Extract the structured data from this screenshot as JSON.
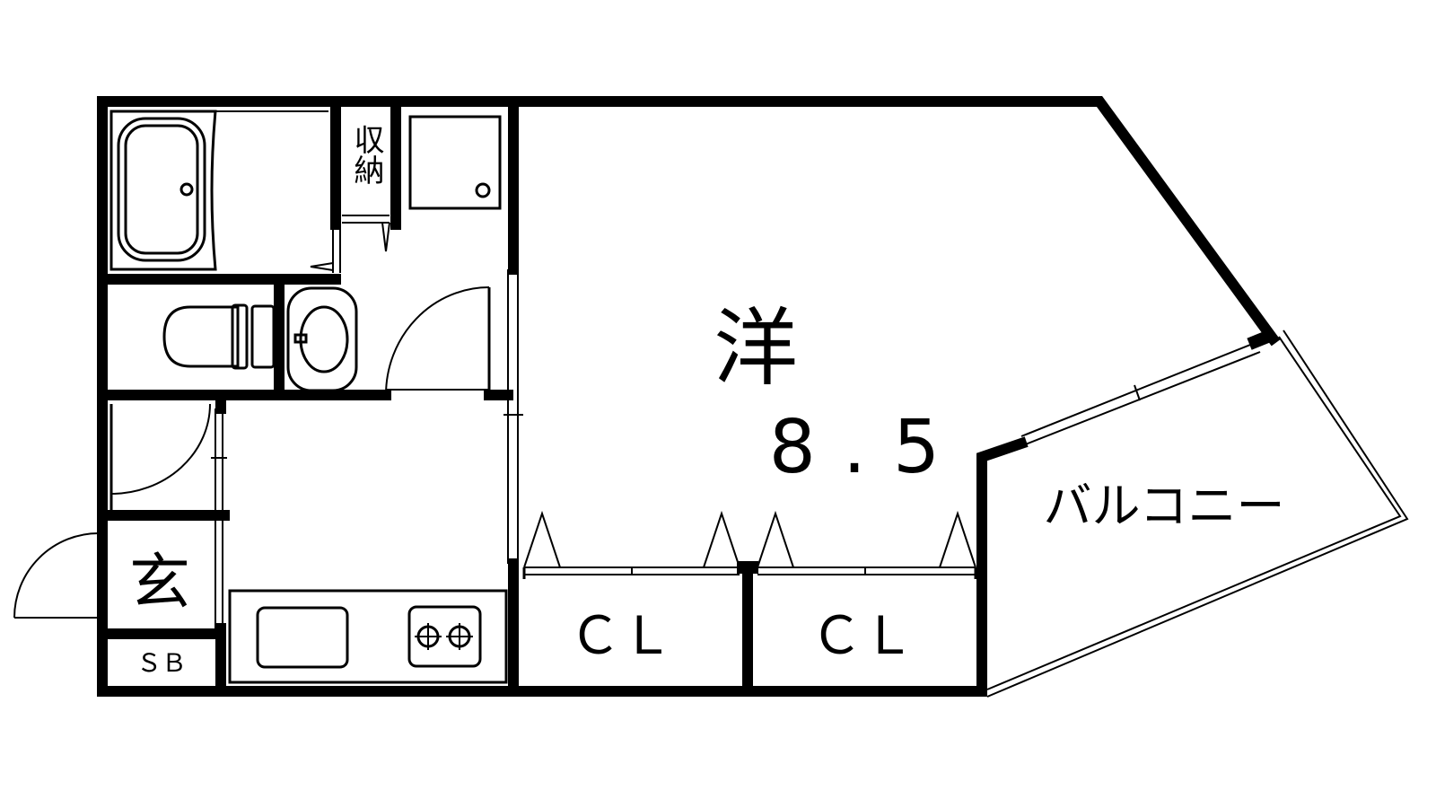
{
  "rooms": {
    "western": {
      "name": "洋",
      "size": "8.5"
    },
    "balcony": "バルコニー",
    "closet_1": "ＣＬ",
    "closet_2": "ＣＬ",
    "storage": "収納",
    "entrance": "玄",
    "shoe_box": "ＳＢ"
  }
}
